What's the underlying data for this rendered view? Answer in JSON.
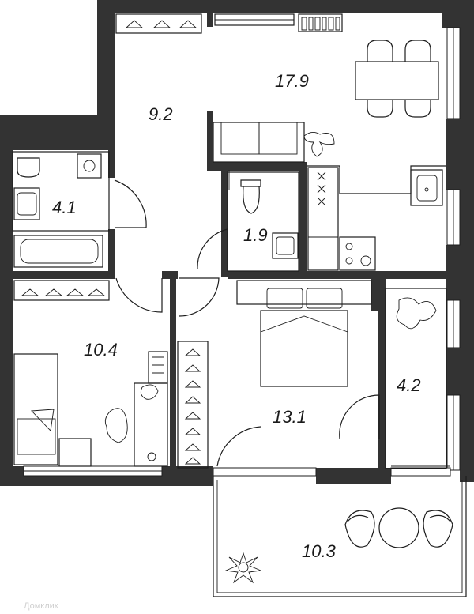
{
  "floorplan": {
    "rooms": [
      {
        "id": "hall",
        "area": "9.2"
      },
      {
        "id": "kitchen-living",
        "area": "17.9"
      },
      {
        "id": "bathroom",
        "area": "4.1"
      },
      {
        "id": "toilet",
        "area": "1.9"
      },
      {
        "id": "bedroom-small",
        "area": "10.4"
      },
      {
        "id": "bedroom-main",
        "area": "13.1"
      },
      {
        "id": "closet",
        "area": "4.2"
      },
      {
        "id": "balcony",
        "area": "10.3"
      }
    ]
  },
  "watermark": {
    "text": "Домклик"
  },
  "colors": {
    "wall": "#333333",
    "line": "#1d1d1d",
    "background": "#ffffff"
  }
}
